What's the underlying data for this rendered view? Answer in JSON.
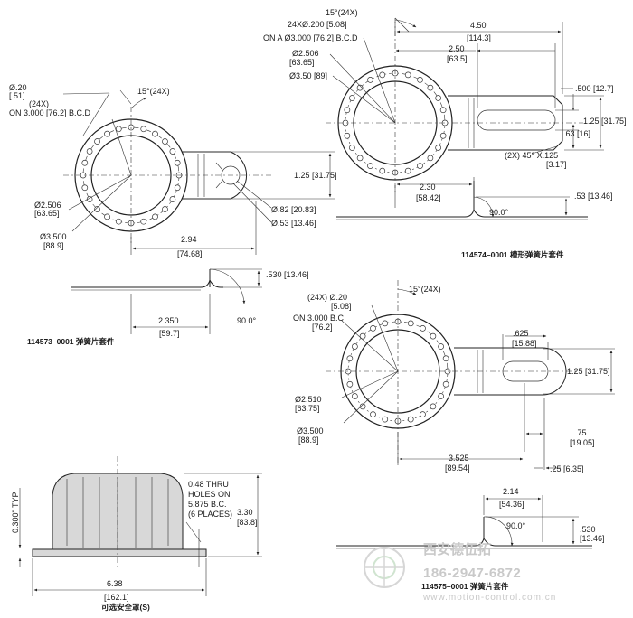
{
  "fig_a": {
    "hole_dia": "Ø.20",
    "hole_dia_mm": "[.51]",
    "hole_count": "(24X)",
    "bcd": "ON 3.000 [76.2] B.C.D",
    "angle": "15°(24X)",
    "inner_dia": "Ø2.506",
    "inner_dia_mm": "[63.65]",
    "outer_dia": "Ø3.500",
    "outer_dia_mm": "[88.9]",
    "tab_height": "1.25 [31.75]",
    "slot_outer": "Ø.82 [20.83]",
    "slot_inner": "Ø.53 [13.46]",
    "length": "2.94",
    "length_mm": "[74.68]"
  },
  "side_a": {
    "height": ".530 [13.46]",
    "length": "2.350",
    "length_mm": "[59.7]",
    "angle": "90.0°",
    "caption": "114573–0001 弹簧片套件"
  },
  "fig_b": {
    "angle": "15°(24X)",
    "holes": "24XØ.200 [5.08]",
    "bcd": "ON A Ø3.000 [76.2] B.C.D",
    "inner_dia": "Ø2.506",
    "inner_dia_mm": "[63.65]",
    "outer_dia": "Ø3.50 [89]",
    "total_length": "4.50",
    "total_length_mm": "[114.3]",
    "slot_length": "2.50",
    "slot_length_mm": "[63.5]",
    "slot_width": ".500 [12.7]",
    "tab_height": "1.25 [31.75]",
    "slot_offset": ".63 [16]",
    "chamfer": "(2X) 45° X.125",
    "chamfer_mm": "[3.17]"
  },
  "side_b": {
    "length": "2.30",
    "length_mm": "[58.42]",
    "height": ".53 [13.46]",
    "angle": "90.0°",
    "caption": "114574–0001 槽形弹簧片套件"
  },
  "fig_c": {
    "hole_count": "(24X) Ø.20",
    "hole_mm": "[5.08]",
    "bcd": "ON 3.000 B.C",
    "bcd_mm": "[76.2]",
    "angle": "15°(24X)",
    "inner_dia": "Ø2.510",
    "inner_dia_mm": "[63.75]",
    "outer_dia": "Ø3.500",
    "outer_dia_mm": "[88.9]",
    "slot_width": ".625",
    "slot_width_mm": "[15.88]",
    "tab_height": "1.25 [31.75]",
    "offset": ".75",
    "offset_mm": "[19.05]",
    "length": "3.525",
    "length_mm": "[89.54]",
    "edge": ".25 [6.35]"
  },
  "side_c": {
    "length": "2.14",
    "length_mm": "[54.36]",
    "angle": "90.0°",
    "height": ".530",
    "height_mm": "[13.46]",
    "caption": "114575–0001 弹簧片套件"
  },
  "cover": {
    "typ": "0.300\" TYP",
    "note_1": "0.48 THRU",
    "note_2": "HOLES ON",
    "note_3": "5.875 B.C.",
    "note_4": "(6 PLACES)",
    "height": "3.30",
    "height_mm": "[83.8]",
    "width": "6.38",
    "width_mm": "[162.1]",
    "caption": "可选安全罩(S)"
  },
  "watermark": {
    "company": "西安德伍拓",
    "phone": "186-2947-6872",
    "url": "www.motion-control.com.cn"
  }
}
